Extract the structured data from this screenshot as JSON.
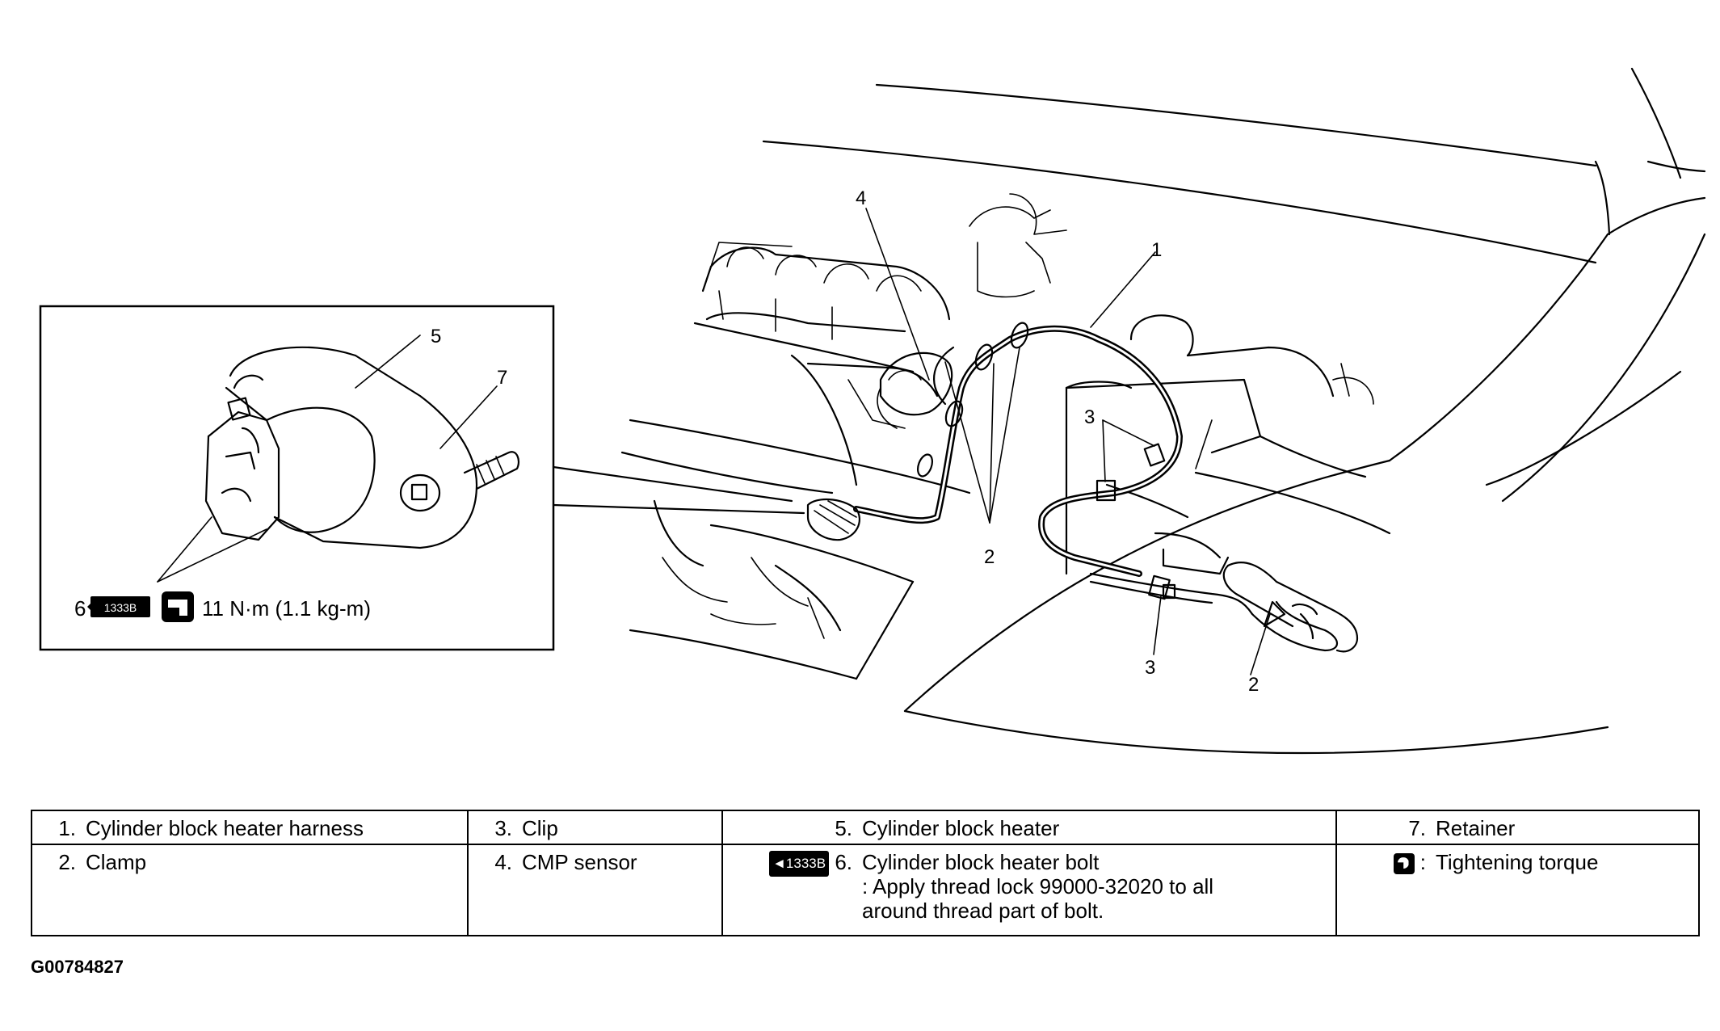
{
  "inset": {
    "callouts": {
      "c5": "5",
      "c7": "7",
      "c6": "6"
    },
    "torque_value": "11 N·m (1.1 kg-m)",
    "badge": "1333B"
  },
  "main": {
    "callouts": {
      "c1": "1",
      "c2a": "2",
      "c2b": "2",
      "c3a": "3",
      "c3b": "3",
      "c4": "4"
    }
  },
  "legend": {
    "rows": [
      [
        {
          "num": "1.",
          "text": "Cylinder block heater harness"
        },
        {
          "num": "3.",
          "text": "Clip"
        },
        {
          "num": "5.",
          "text": "Cylinder block heater"
        },
        {
          "num": "7.",
          "text": "Retainer"
        }
      ],
      [
        {
          "num": "2.",
          "text": "Clamp"
        },
        {
          "num": "4.",
          "text": "CMP sensor"
        },
        {
          "num": "6.",
          "text": "Cylinder block heater bolt",
          "note1": ": Apply thread lock 99000-32020 to all",
          "note2": "around thread part of bolt.",
          "badge": "1333B"
        },
        {
          "num": ":",
          "text": "Tightening torque"
        }
      ]
    ]
  },
  "figure_code": "G00784827"
}
